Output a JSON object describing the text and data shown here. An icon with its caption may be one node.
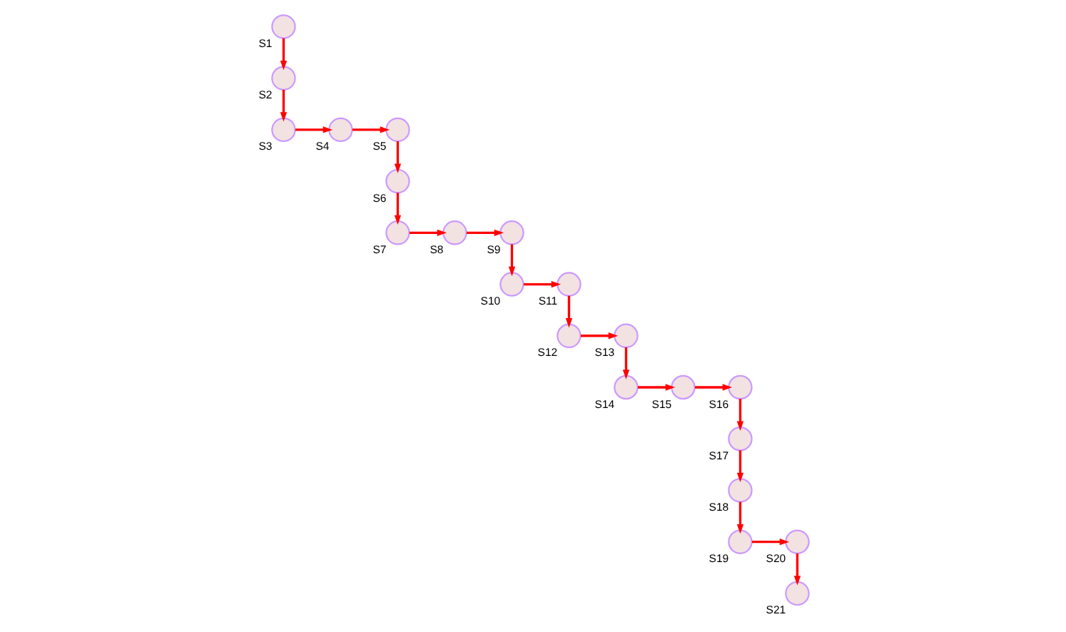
{
  "diagram": {
    "nodes": [
      {
        "text": [],
        "shape": "circle",
        "beside": [
          "S1"
        ]
      },
      {
        "text": [],
        "shape": "circle",
        "beside": [
          "S2"
        ]
      },
      {
        "text": [],
        "shape": "circle",
        "beside": [
          "S3"
        ]
      },
      {
        "text": [],
        "shape": "circle",
        "beside": [
          "S4"
        ]
      },
      {
        "text": [],
        "shape": "circle",
        "beside": [
          "S5"
        ]
      },
      {
        "text": [],
        "shape": "circle",
        "beside": [
          "S6"
        ]
      },
      {
        "text": [],
        "shape": "circle",
        "beside": [
          "S7"
        ]
      },
      {
        "text": [],
        "shape": "circle",
        "beside": [
          "S8"
        ]
      },
      {
        "text": [],
        "shape": "circle",
        "beside": [
          "S9"
        ]
      },
      {
        "text": [],
        "shape": "circle",
        "beside": [
          "S10"
        ]
      },
      {
        "text": [],
        "shape": "circle",
        "beside": [
          "S11"
        ]
      },
      {
        "text": [],
        "shape": "circle",
        "beside": [
          "S12"
        ]
      },
      {
        "text": [],
        "shape": "circle",
        "beside": [
          "S13"
        ]
      },
      {
        "text": [],
        "shape": "circle",
        "beside": [
          "S14"
        ]
      },
      {
        "text": [],
        "shape": "circle",
        "beside": [
          "S15"
        ]
      },
      {
        "text": [],
        "shape": "circle",
        "beside": [
          "S16"
        ]
      },
      {
        "text": [],
        "shape": "circle",
        "beside": [
          "S17"
        ]
      },
      {
        "text": [],
        "shape": "circle",
        "beside": [
          "S18"
        ]
      },
      {
        "text": [],
        "shape": "circle",
        "beside": [
          "S19"
        ]
      },
      {
        "text": [],
        "shape": "circle",
        "beside": [
          "S20"
        ]
      },
      {
        "text": [],
        "shape": "circle",
        "beside": [
          "S21"
        ]
      }
    ],
    "edges": [
      {
        "from": 0,
        "to": 1,
        "arrow": "to",
        "color": "#ff0000"
      },
      {
        "from": 1,
        "to": 2,
        "arrow": "to",
        "color": "#ff0000"
      },
      {
        "from": 2,
        "to": 3,
        "arrow": "to",
        "color": "#ff0000"
      },
      {
        "from": 3,
        "to": 4,
        "arrow": "to",
        "color": "#ff0000"
      },
      {
        "from": 4,
        "to": 5,
        "arrow": "to",
        "color": "#ff0000"
      },
      {
        "from": 5,
        "to": 6,
        "arrow": "to",
        "color": "#ff0000"
      },
      {
        "from": 6,
        "to": 7,
        "arrow": "to",
        "color": "#ff0000"
      },
      {
        "from": 7,
        "to": 8,
        "arrow": "to",
        "color": "#ff0000"
      },
      {
        "from": 8,
        "to": 9,
        "arrow": "to",
        "color": "#ff0000"
      },
      {
        "from": 9,
        "to": 10,
        "arrow": "to",
        "color": "#ff0000"
      },
      {
        "from": 10,
        "to": 11,
        "arrow": "to",
        "color": "#ff0000"
      },
      {
        "from": 11,
        "to": 12,
        "arrow": "to",
        "color": "#ff0000"
      },
      {
        "from": 12,
        "to": 13,
        "arrow": "to",
        "color": "#ff0000"
      },
      {
        "from": 13,
        "to": 14,
        "arrow": "to",
        "color": "#ff0000"
      },
      {
        "from": 14,
        "to": 15,
        "arrow": "to",
        "color": "#ff0000"
      },
      {
        "from": 15,
        "to": 16,
        "arrow": "to",
        "color": "#ff0000"
      },
      {
        "from": 16,
        "to": 17,
        "arrow": "to",
        "color": "#ff0000"
      },
      {
        "from": 17,
        "to": 18,
        "arrow": "to",
        "color": "#ff0000"
      },
      {
        "from": 18,
        "to": 19,
        "arrow": "to",
        "color": "#ff0000"
      },
      {
        "from": 19,
        "to": 20,
        "arrow": "to",
        "color": "#ff0000"
      }
    ]
  }
}
